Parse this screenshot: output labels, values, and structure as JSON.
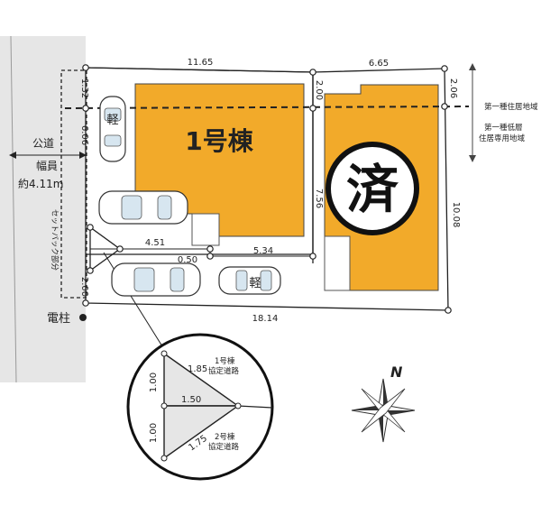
{
  "road": {
    "title": "公道",
    "width_line1": "幅員",
    "width_line2": "約4.11m",
    "setback": "セットバック部分"
  },
  "pole": {
    "label": "電柱"
  },
  "buildings": {
    "b1": {
      "label": "1号棟"
    },
    "b2": {
      "stamp": "済"
    }
  },
  "parking": {
    "kei_label": "軽"
  },
  "zones": {
    "upper": "第一種住居地域",
    "lower_line1": "第一種低層",
    "lower_line2": "住居専用地域"
  },
  "dimensions": {
    "top_left": "11.65",
    "top_right": "6.65",
    "bottom": "18.14",
    "right": "10.08",
    "left_top": "1.32",
    "left_mid": "6.06",
    "left_bottom": "2.00",
    "b2_left_top": "2.00",
    "b2_right_top": "2.06",
    "middle_vertical": "7.56",
    "mid_4_51": "4.51",
    "mid_0_50": "0.50",
    "mid_5_34": "5.34"
  },
  "inset": {
    "d1_85": "1.85",
    "d1_00_top": "1.00",
    "d1_50": "1.50",
    "d1_00_bottom": "1.00",
    "d1_75": "1.75",
    "road1_line1": "1号棟",
    "road1_line2": "協定道路",
    "road2_line1": "2号棟",
    "road2_line2": "協定道路"
  },
  "compass": {
    "north": "N"
  },
  "colors": {
    "building": "#F2AA2A",
    "road": "#E6E6E6",
    "line": "#222222"
  }
}
